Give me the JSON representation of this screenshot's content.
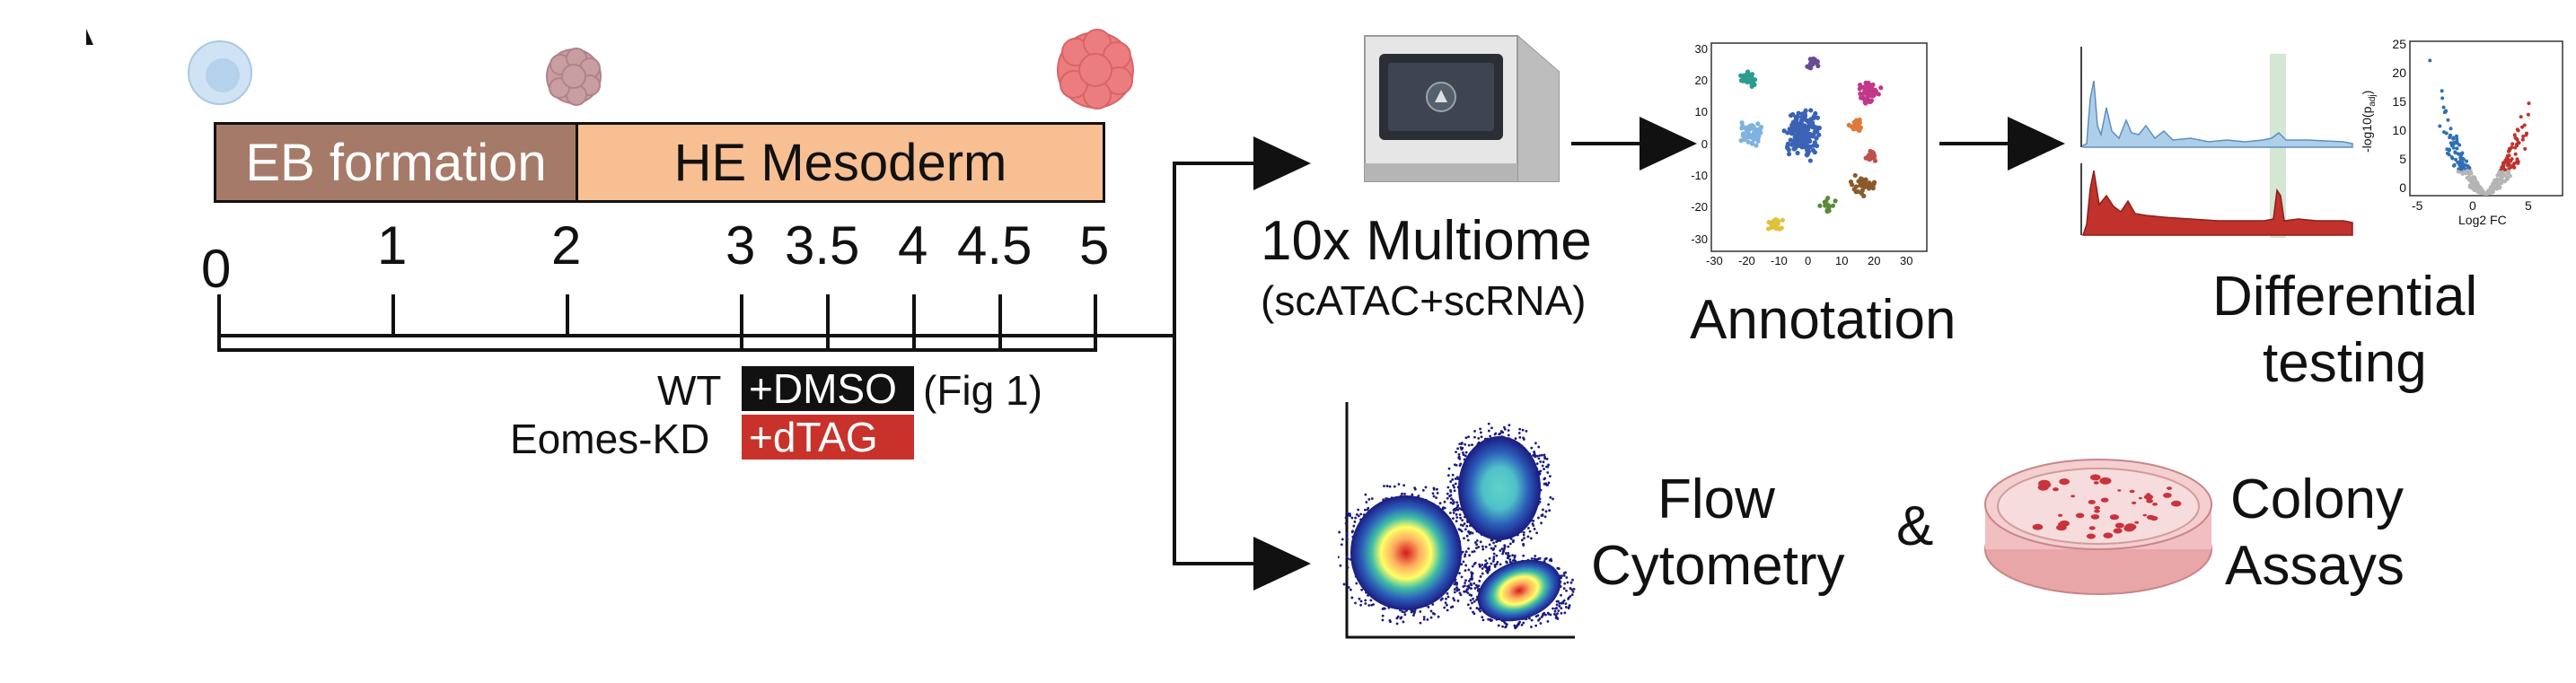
{
  "stages": {
    "eb_formation": "EB formation",
    "he_mesoderm": "HE Mesoderm"
  },
  "timeline": {
    "ticks": [
      "0",
      "1",
      "2",
      "3",
      "3.5",
      "4",
      "4.5",
      "5"
    ]
  },
  "conditions": {
    "wt_label": "WT",
    "wt_treatment": "+DMSO",
    "wt_note": "(Fig 1)",
    "kd_label": "Eomes-KD",
    "kd_treatment": "+dTAG"
  },
  "multiome": {
    "title": "10x Multiome",
    "subtitle": "(scATAC+scRNA)"
  },
  "annotation": {
    "label": "Annotation",
    "axis_ticks_y": [
      "30",
      "20",
      "10",
      "0",
      "-10",
      "-20",
      "-30"
    ],
    "axis_ticks_x": [
      "-30",
      "-20",
      "-10",
      "0",
      "10",
      "20",
      "30"
    ]
  },
  "differential": {
    "line1": "Differential",
    "line2": "testing"
  },
  "volcano": {
    "ylabel": "-log10(p",
    "ylabel_sub": "adj",
    "ylabel_end": ")",
    "xlabel": "Log2 FC",
    "yticks": [
      "25",
      "20",
      "15",
      "10",
      "5",
      "0"
    ],
    "xticks": [
      "-5",
      "0",
      "5"
    ]
  },
  "flow": {
    "line1": "Flow",
    "line2": "Cytometry"
  },
  "connector": "&",
  "colony": {
    "line1": "Colony",
    "line2": "Assays"
  },
  "colors": {
    "eb_fill": "#a67a68",
    "he_fill": "#f7bf92",
    "dmso": "#111111",
    "dtag": "#c8322a",
    "accent_blue": "#2f6fb5",
    "accent_red": "#c0322b"
  }
}
